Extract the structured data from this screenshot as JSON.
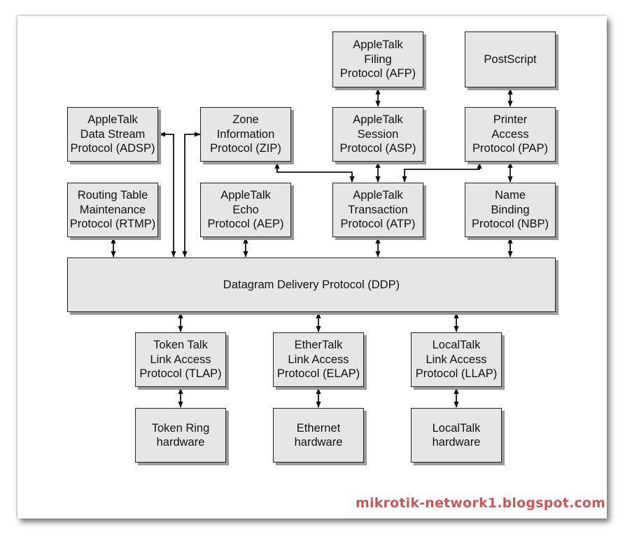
{
  "diagram": {
    "boxes": {
      "afp": "AppleTalk\nFiling\nProtocol (AFP)",
      "postscript": "PostScript",
      "adsp": "AppleTalk\nData Stream\nProtocol (ADSP)",
      "zip": "Zone\nInformation\nProtocol (ZIP)",
      "asp": "AppleTalk\nSession\nProtocol (ASP)",
      "pap": "Printer\nAccess\nProtocol (PAP)",
      "rtmp": "Routing Table\nMaintenance\nProtocol (RTMP)",
      "aep": "AppleTalk\nEcho\nProtocol (AEP)",
      "atp": "AppleTalk\nTransaction\nProtocol (ATP)",
      "nbp": "Name\nBinding\nProtocol (NBP)",
      "ddp": "Datagram Delivery Protocol (DDP)",
      "tlap": "Token Talk\nLink Access\nProtocol (TLAP)",
      "elap": "EtherTalk\nLink Access\nProtocol (ELAP)",
      "llap": "LocalTalk\nLink Access\nProtocol (LLAP)",
      "token_ring_hw": "Token Ring\nhardware",
      "ethernet_hw": "Ethernet\nhardware",
      "localtalk_hw": "LocalTalk\nhardware"
    },
    "connections": [
      [
        "afp",
        "asp"
      ],
      [
        "postscript",
        "pap"
      ],
      [
        "asp",
        "atp"
      ],
      [
        "pap",
        "nbp"
      ],
      [
        "zip",
        "atp"
      ],
      [
        "pap",
        "atp"
      ],
      [
        "adsp",
        "ddp"
      ],
      [
        "zip",
        "ddp"
      ],
      [
        "rtmp",
        "ddp"
      ],
      [
        "aep",
        "ddp"
      ],
      [
        "atp",
        "ddp"
      ],
      [
        "nbp",
        "ddp"
      ],
      [
        "ddp",
        "tlap"
      ],
      [
        "ddp",
        "elap"
      ],
      [
        "ddp",
        "llap"
      ],
      [
        "tlap",
        "token_ring_hw"
      ],
      [
        "elap",
        "ethernet_hw"
      ],
      [
        "llap",
        "localtalk_hw"
      ]
    ]
  },
  "watermark": "mikrotik-network1.blogspot.com"
}
